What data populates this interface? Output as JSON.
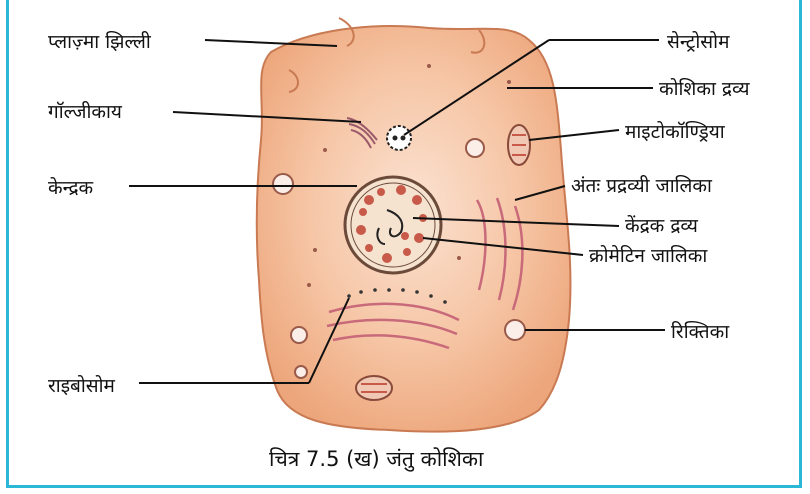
{
  "labels": {
    "plasma_membrane": "प्लाज़्मा झिल्ली",
    "golgi_body": "गॉल्जीकाय",
    "nucleus": "केन्द्रक",
    "ribosome": "राइबोसोम",
    "centrosome": "सेन्ट्रोसोम",
    "cytoplasm": "कोशिका द्रव्य",
    "mitochondria": "माइटोकॉण्ड्रिया",
    "er": "अंतः प्रद्रव्यी जालिका",
    "nucleoplasm": "केंद्रक द्रव्य",
    "chromatin": "क्रोमेटिन जालिका",
    "vacuole": "रिक्तिका"
  },
  "caption": "चित्र 7.5 (ख) जंतु कोशिका",
  "colors": {
    "border": "#2bb8d6",
    "cell_fill": "#f4b88f",
    "cell_outline": "#c97a52",
    "nucleus_fill": "#f6e3cf",
    "organelle": "#c85a4a"
  }
}
